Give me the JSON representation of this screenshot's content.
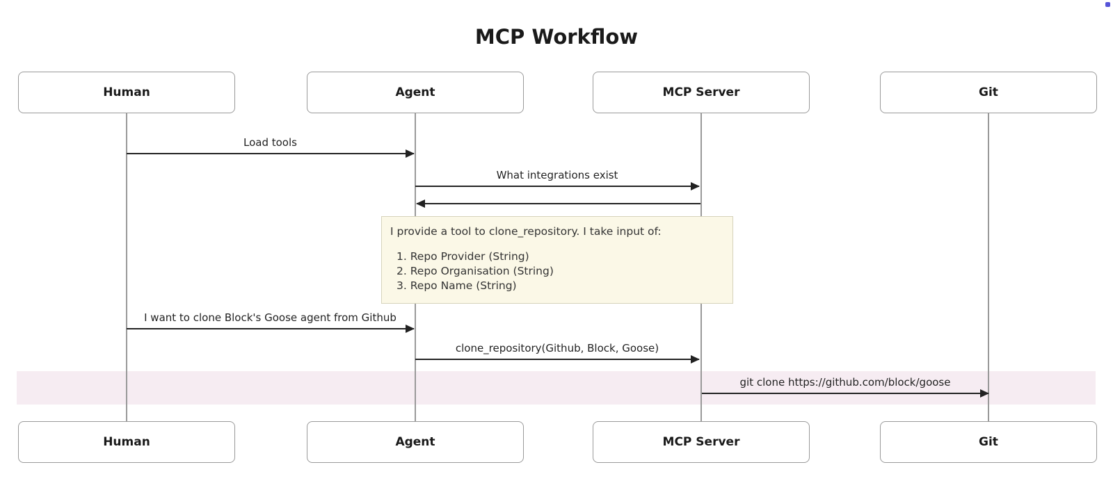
{
  "title": "MCP Workflow",
  "actors": [
    {
      "name": "Human"
    },
    {
      "name": "Agent"
    },
    {
      "name": "MCP Server"
    },
    {
      "name": "Git"
    }
  ],
  "messages": [
    {
      "from": "Human",
      "to": "Agent",
      "label": "Load tools"
    },
    {
      "from": "Agent",
      "to": "MCP Server",
      "label": "What integrations exist"
    },
    {
      "from": "MCP Server",
      "to": "Agent",
      "label": ""
    },
    {
      "from": "Human",
      "to": "Agent",
      "label": "I want to clone Block's Goose agent from Github"
    },
    {
      "from": "Agent",
      "to": "MCP Server",
      "label": "clone_repository(Github, Block, Goose)"
    },
    {
      "from": "MCP Server",
      "to": "Git",
      "label": "git clone https://github.com/block/goose",
      "highlighted": true
    }
  ],
  "note": {
    "over": "MCP Server",
    "intro": "I provide a tool to clone_repository. I take input of:",
    "items": [
      "1. Repo Provider (String)",
      "2. Repo Organisation (String)",
      "3. Repo Name (String)"
    ]
  },
  "colors": {
    "note_background": "#fbf8e7",
    "note_border": "#d6d3bb",
    "highlight_band": "#f6ecf2",
    "actor_border": "#999999",
    "lifeline": "#999999",
    "arrow": "#222222",
    "text": "#222222",
    "corner_dot": "#5654d8"
  }
}
